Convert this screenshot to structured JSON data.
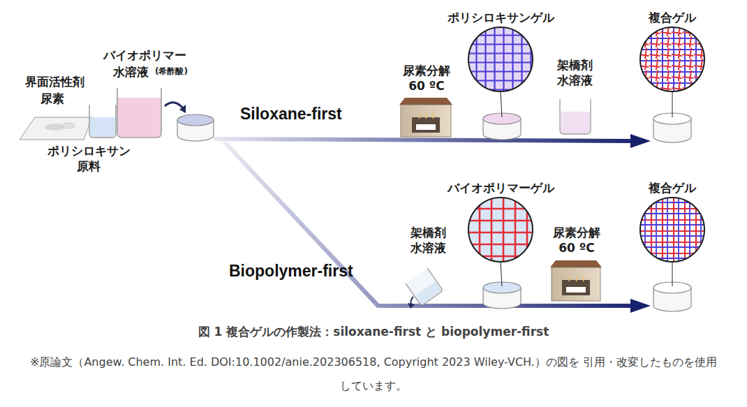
{
  "diagram": {
    "caption": "図 1 複合ゲルの作製法：siloxane-first と biopolymer-first",
    "nodes": [
      {
        "text": [
          "ポリシロキサンゲル"
        ]
      },
      {
        "text": [
          "複合ゲル"
        ]
      },
      {
        "text": [
          "バイオポリマーゲル"
        ]
      },
      {
        "text": [
          "複合ゲル"
        ]
      }
    ],
    "labels": [
      "界面活性剤",
      "尿素",
      "ポリシロキサン 原料",
      "バイオポリマー",
      "水溶液",
      "(希酢酸)",
      "Siloxane-first",
      "尿素分解 60 ºC",
      "架橋剤 水溶液",
      "Biopolymer-first",
      "架橋剤 水溶液",
      "尿素分解 60 ºC",
      "※原論文（Angew. Chem. Int. Ed. DOI:10.1002/anie.202306518, Copyright 2023 Wiley-VCH.）の図を 引用・改変したものを使用しています。"
    ]
  }
}
